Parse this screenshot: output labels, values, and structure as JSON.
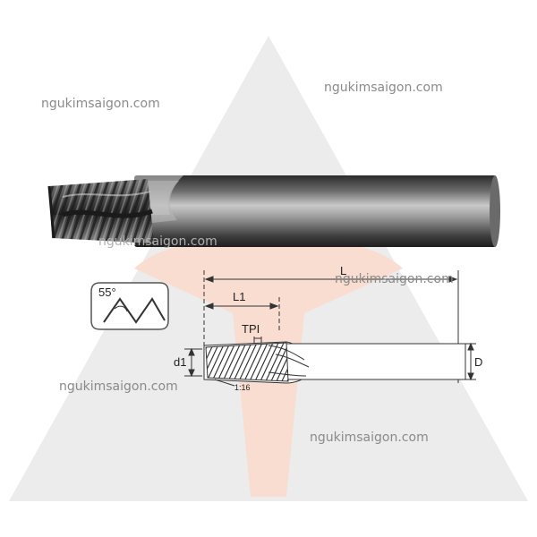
{
  "watermarks": [
    "ngukimsaigon.com",
    "ngukimsaigon.com",
    "ngukimsaigon.com",
    "ngukimsaigon.com",
    "ngukimsaigon.com",
    "ngukimsaigon.com"
  ],
  "diagram": {
    "overall_length": "L",
    "thread_length": "L1",
    "pitch": "TPI",
    "cutting_diameter": "d1",
    "shank_diameter": "D",
    "taper": "1:16",
    "thread_angle": "55°"
  },
  "colors": {
    "logo_gray": "#e9e9e9",
    "logo_peach": "#f7dccd",
    "tool_dark": "#3a3a3a",
    "tool_light": "#b9b9b9",
    "line": "#333333"
  }
}
